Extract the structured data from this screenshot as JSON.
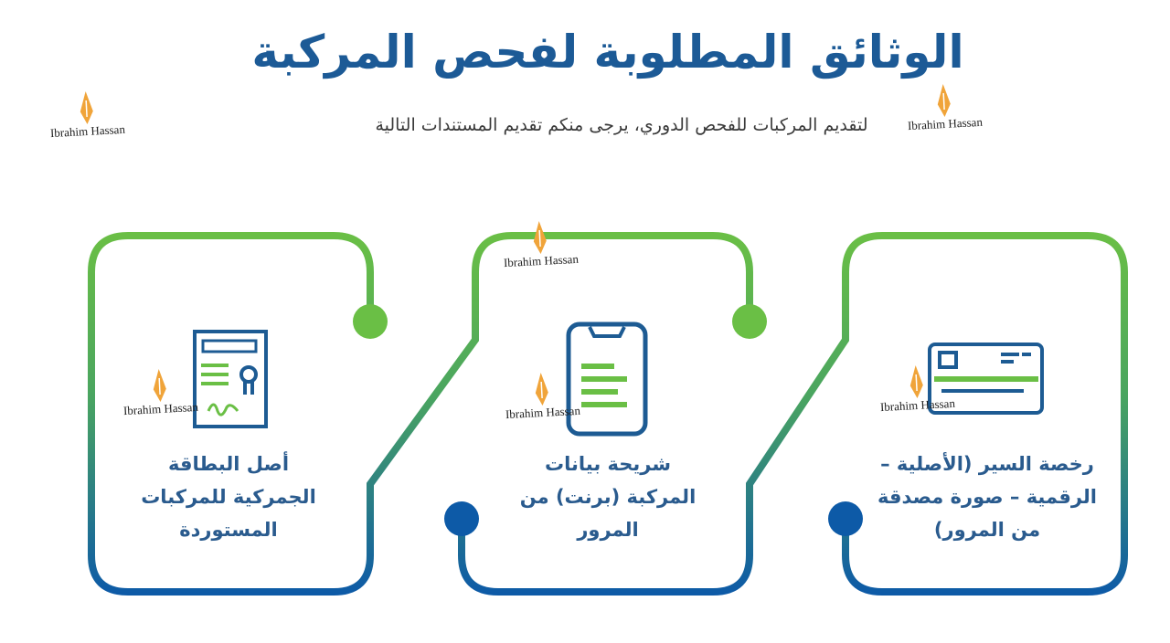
{
  "header": {
    "title": "الوثائق المطلوبة لفحص المركبة",
    "subtitle": "لتقديم المركبات للفحص الدوري، يرجى منكم تقديم المستندات التالية"
  },
  "cards": [
    {
      "text": "رخصة السير (الأصلية – الرقمية – صورة مصدقة من المرور)",
      "icon": "vehicle-license-card-icon"
    },
    {
      "text": "شريحة بيانات المركبة (برنت) من المرور",
      "icon": "mobile-data-printout-icon"
    },
    {
      "text": "أصل البطاقة الجمركية للمركبات المستوردة",
      "icon": "customs-document-icon"
    }
  ],
  "watermark": {
    "text": "Ibrahim Hassan"
  },
  "colors": {
    "title": "#1c5a96",
    "green": "#6abf45",
    "blue": "#0d5aa7",
    "icon_blue": "#1d5b93",
    "icon_green": "#6abf45"
  }
}
